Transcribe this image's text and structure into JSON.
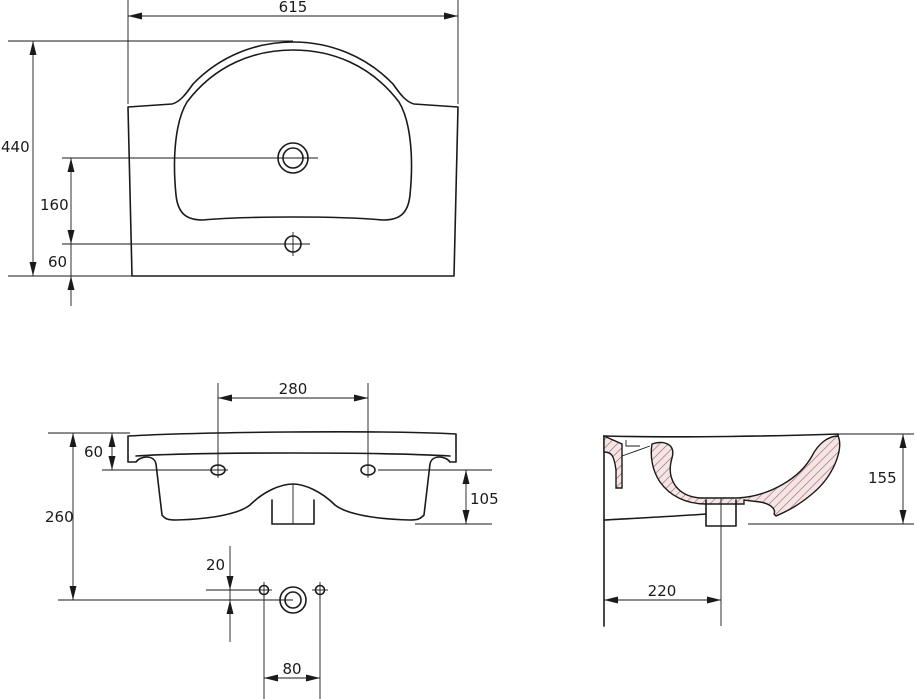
{
  "drawing": {
    "top_view": {
      "width": "615",
      "depth": "440",
      "tap_hole_from_back": "160",
      "mount_from_back": "60"
    },
    "front_view": {
      "fixing_spacing": "280",
      "fixing_height": "60",
      "total_height": "260",
      "fixing_to_bottom": "105",
      "waste_offset": "20",
      "waste_spacing": "80"
    },
    "side_view": {
      "height": "155",
      "waste_from_wall": "220"
    }
  }
}
